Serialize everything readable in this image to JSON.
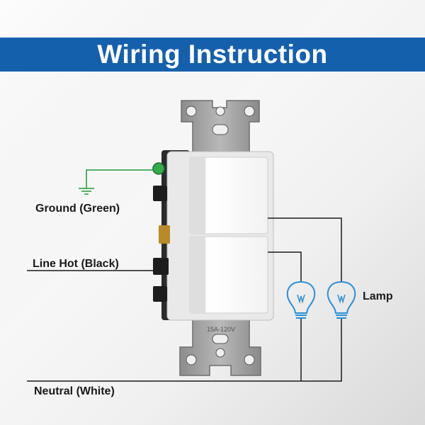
{
  "banner": {
    "title": "Wiring Instruction"
  },
  "labels": {
    "ground": "Ground (Green)",
    "line_hot": "Line Hot (Black)",
    "neutral": "Neutral (White)",
    "lamp": "Lamp",
    "rating": "15A-120V"
  },
  "icons": [
    "ground-symbol-icon",
    "light-bulb-icon"
  ],
  "colors": {
    "banner": "#1560ad",
    "ground_wire": "#1f9a3a",
    "wire": "#1a1a1a",
    "bulb": "#2a8fd6"
  }
}
